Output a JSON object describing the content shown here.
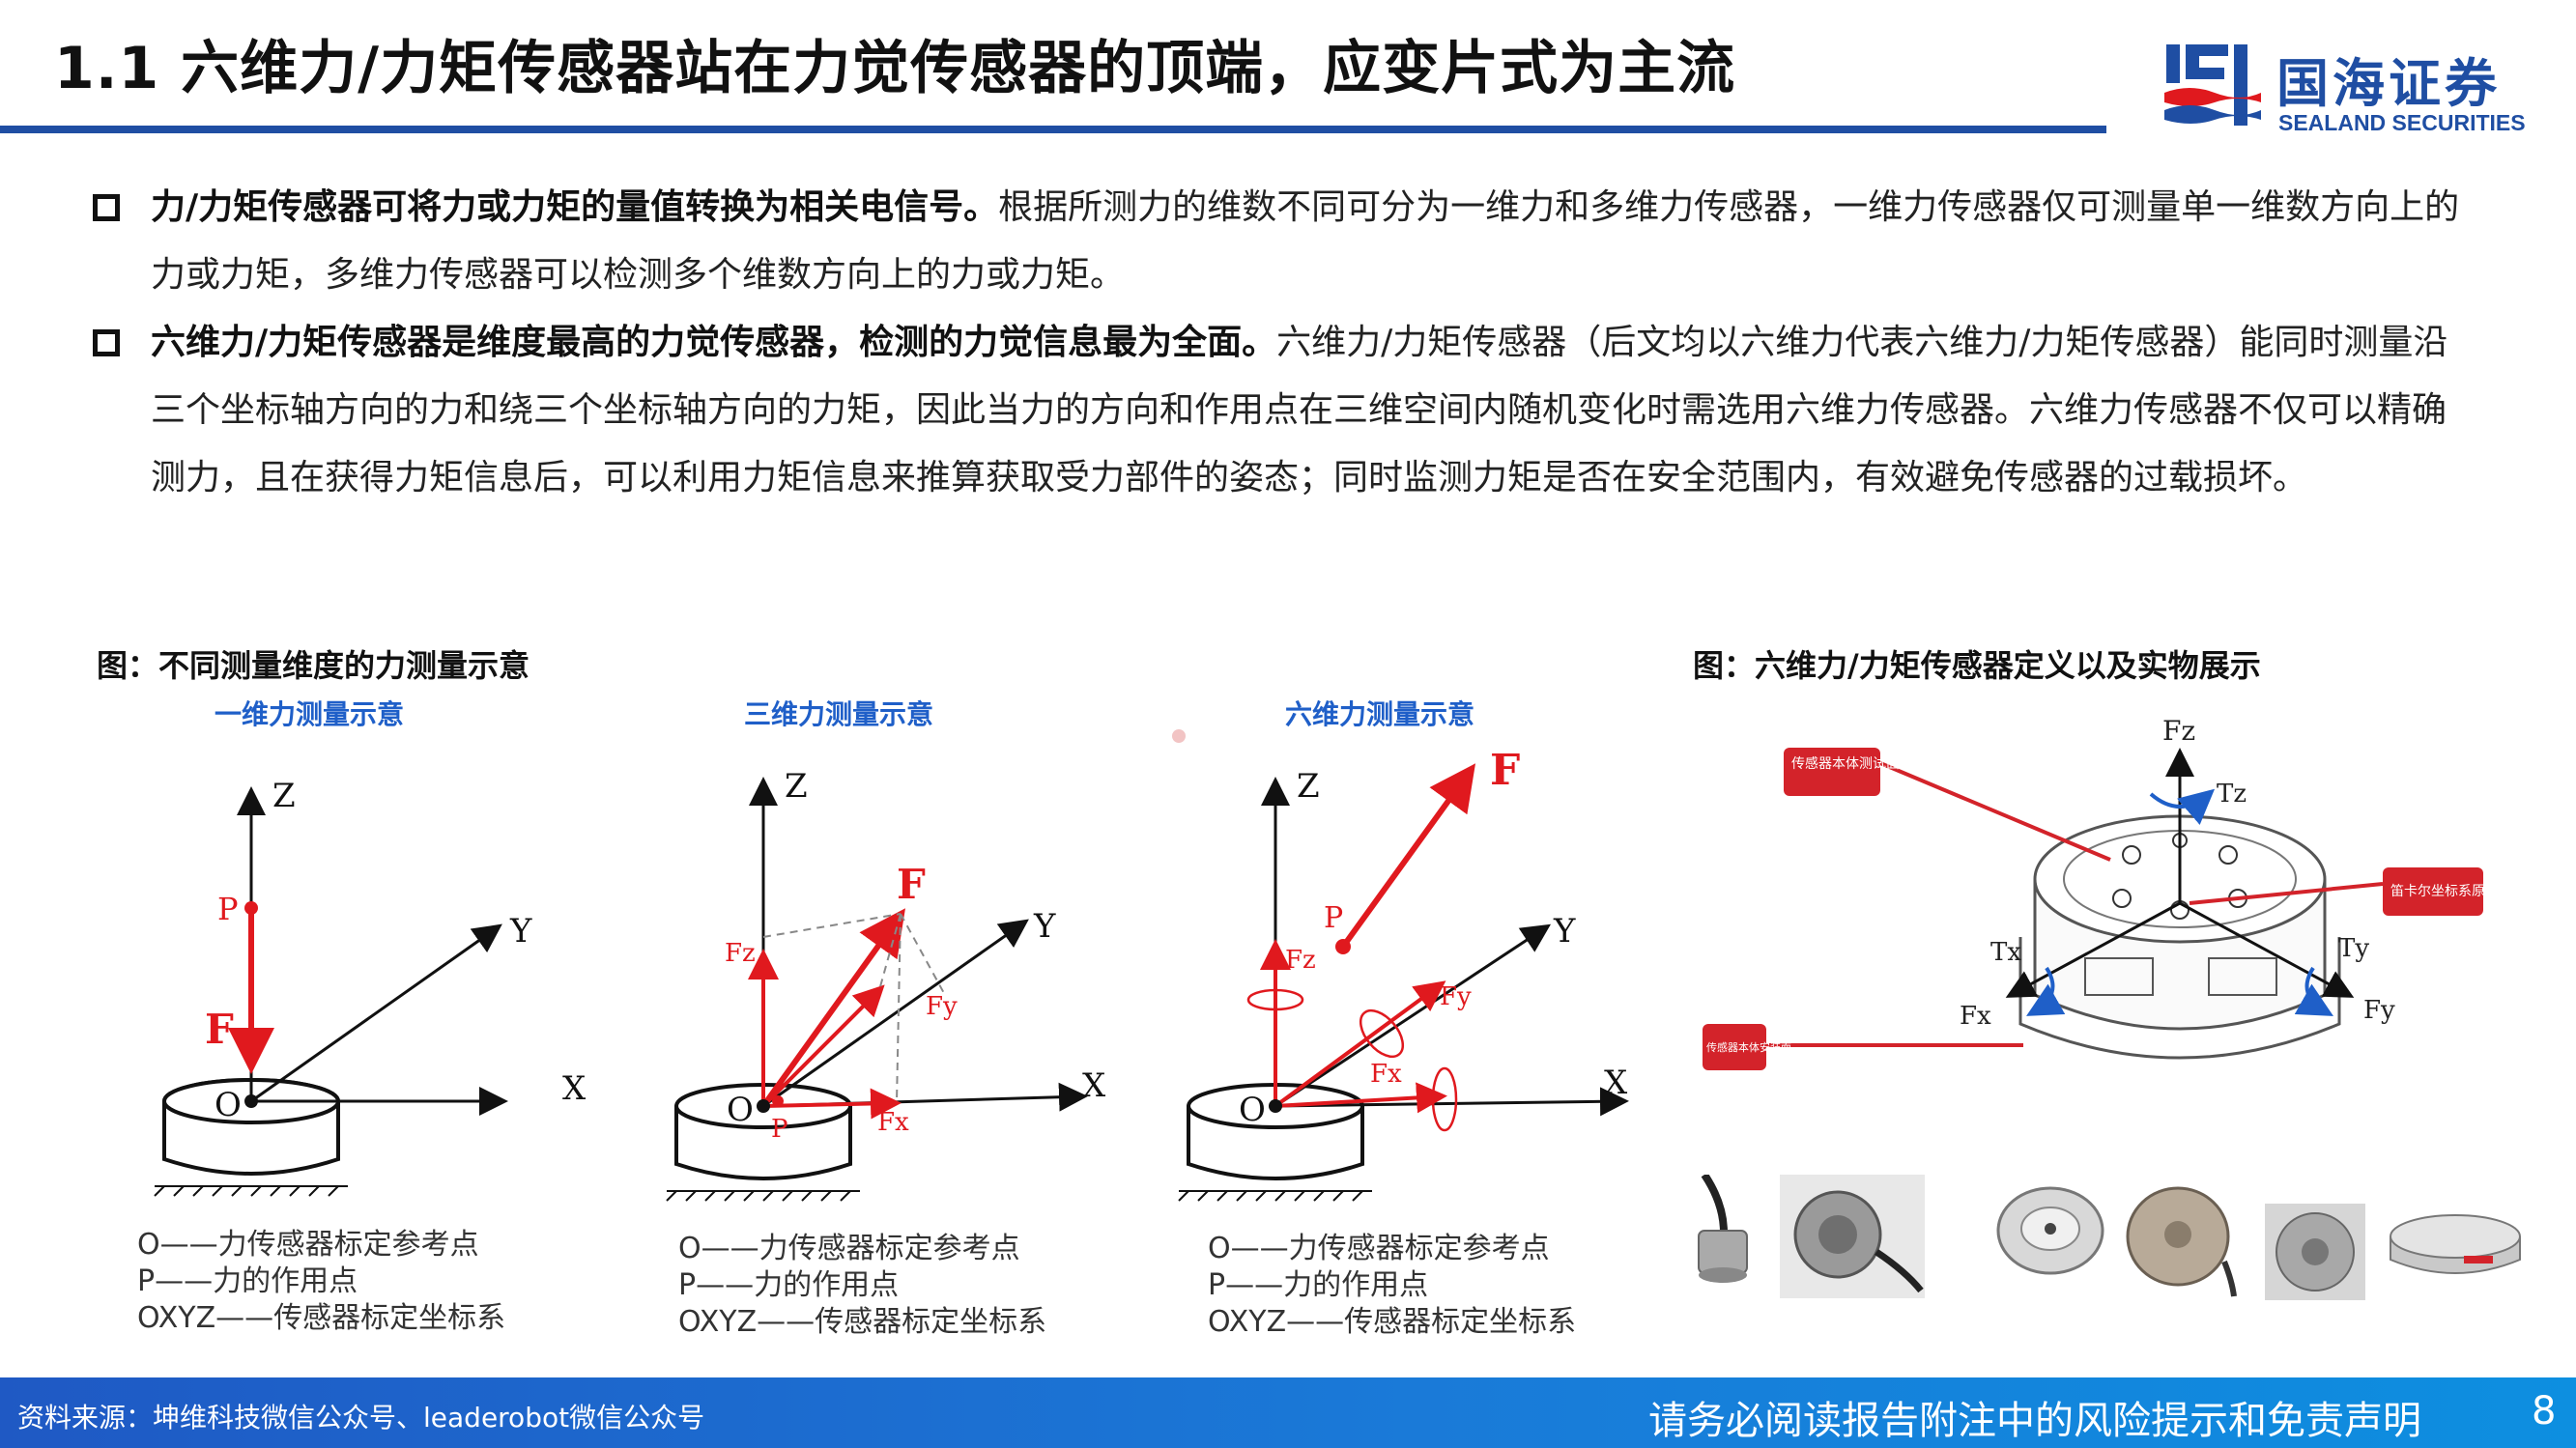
{
  "header": {
    "title": "1.1 六维力/力矩传感器站在力觉传感器的顶端，应变片式为主流",
    "logo_cn": "国海证券",
    "logo_en": "SEALAND SECURITIES"
  },
  "bullets": [
    {
      "bold": "力/力矩传感器可将力或力矩的量值转换为相关电信号。",
      "text": "根据所测力的维数不同可分为一维力和多维力传感器，一维力传感器仅可测量单一维数方向上的力或力矩，多维力传感器可以检测多个维数方向上的力或力矩。"
    },
    {
      "bold": "六维力/力矩传感器是维度最高的力觉传感器，检测的力觉信息最为全面。",
      "text": "六维力/力矩传感器（后文均以六维力代表六维力/力矩传感器）能同时测量沿三个坐标轴方向的力和绕三个坐标轴方向的力矩，因此当力的方向和作用点在三维空间内随机变化时需选用六维力传感器。六维力传感器不仅可以精确测力，且在获得力矩信息后，可以利用力矩信息来推算获取受力部件的姿态；同时监测力矩是否在安全范围内，有效避免传感器的过载损坏。"
    }
  ],
  "left_figure": {
    "caption": "图：不同测量维度的力测量示意",
    "panels": [
      {
        "title": "一维力测量示意"
      },
      {
        "title": "三维力测量示意"
      },
      {
        "title": "六维力测量示意"
      }
    ],
    "legend": [
      "O——力传感器标定参考点",
      "P——力的作用点",
      "OXYZ——传感器标定坐标系"
    ],
    "labels": {
      "z": "Z",
      "y": "Y",
      "x": "X",
      "o": "O",
      "p": "P",
      "f": "F",
      "fx": "Fx",
      "fy": "Fy",
      "fz": "Fz"
    }
  },
  "right_figure": {
    "caption": "图：六维力/力矩传感器定义以及实物展示",
    "labels": {
      "fz": "Fz",
      "tz": "Tz",
      "tx": "Tx",
      "fx": "Fx",
      "ty": "Ty",
      "fy": "Fy"
    },
    "callouts": {
      "top": "传感器本体测试面",
      "right": "笛卡尔坐标系原点",
      "bottom": "传感器本体安装面"
    }
  },
  "footer": {
    "source": "资料来源：坤维科技微信公众号、leaderobot微信公众号",
    "disclaimer": "请务必阅读报告附注中的风险提示和免责声明",
    "page": "8"
  },
  "colors": {
    "brand_blue": "#1f4ea3",
    "subtitle_blue": "#1f5fc8",
    "force_red": "#e0191e",
    "callout_red": "#d3232a"
  }
}
